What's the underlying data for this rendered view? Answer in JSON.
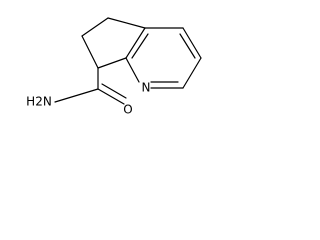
{
  "molecule": {
    "atoms": {
      "nitrogen": "N",
      "oxygen": "O",
      "amide_group": "H2N"
    },
    "colors": {
      "bond": "#000000",
      "text": "#000000",
      "background": "#ffffff"
    }
  }
}
